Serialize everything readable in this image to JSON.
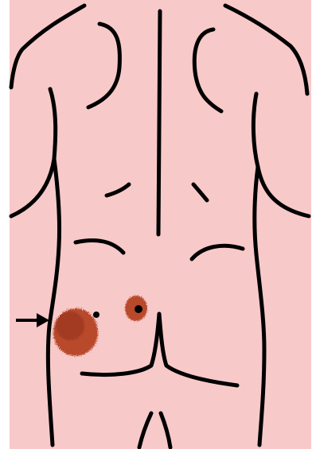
{
  "figure": {
    "subject": "back-body-outline",
    "view": "posterior",
    "skin_color": "#f8c9c9",
    "outline_color": "#000000",
    "lesion_color": "#b84a2a",
    "lesion_dark_color": "#8f2f17",
    "arrow_color": "#000000"
  },
  "annotations": {
    "arrow_target": "large-lesion-left-buttock"
  }
}
